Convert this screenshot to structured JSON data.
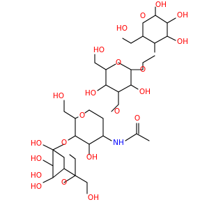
{
  "molecule": {
    "colors": {
      "bond": "#000000",
      "oxygen": "#ff0000",
      "nitrogen": "#0000ff"
    },
    "labels": {
      "top_oh_right": "OH",
      "top_oh_upper": "OH",
      "top_oh_lower": "OH",
      "top_ch2oh": "HO",
      "top_ring_o": "O",
      "link_o_top": "O",
      "mid_ring_o": "O",
      "mid_oh_left": "HO",
      "mid_oh_right": "OH",
      "mid_ch2oh": "HO",
      "link_o_mid": "O",
      "low_ring_o": "O",
      "low_ch2oh": "HO",
      "low_oh": "OH",
      "nh": "NH",
      "carbonyl_o": "O",
      "link_o_low": "O",
      "bot_ring_o": "O",
      "bot_oh_a": "HO",
      "bot_oh_b": "HO",
      "bot_oh_c": "HO",
      "bot_oh_d": "HO",
      "bot_ch2oh": "OH"
    }
  }
}
